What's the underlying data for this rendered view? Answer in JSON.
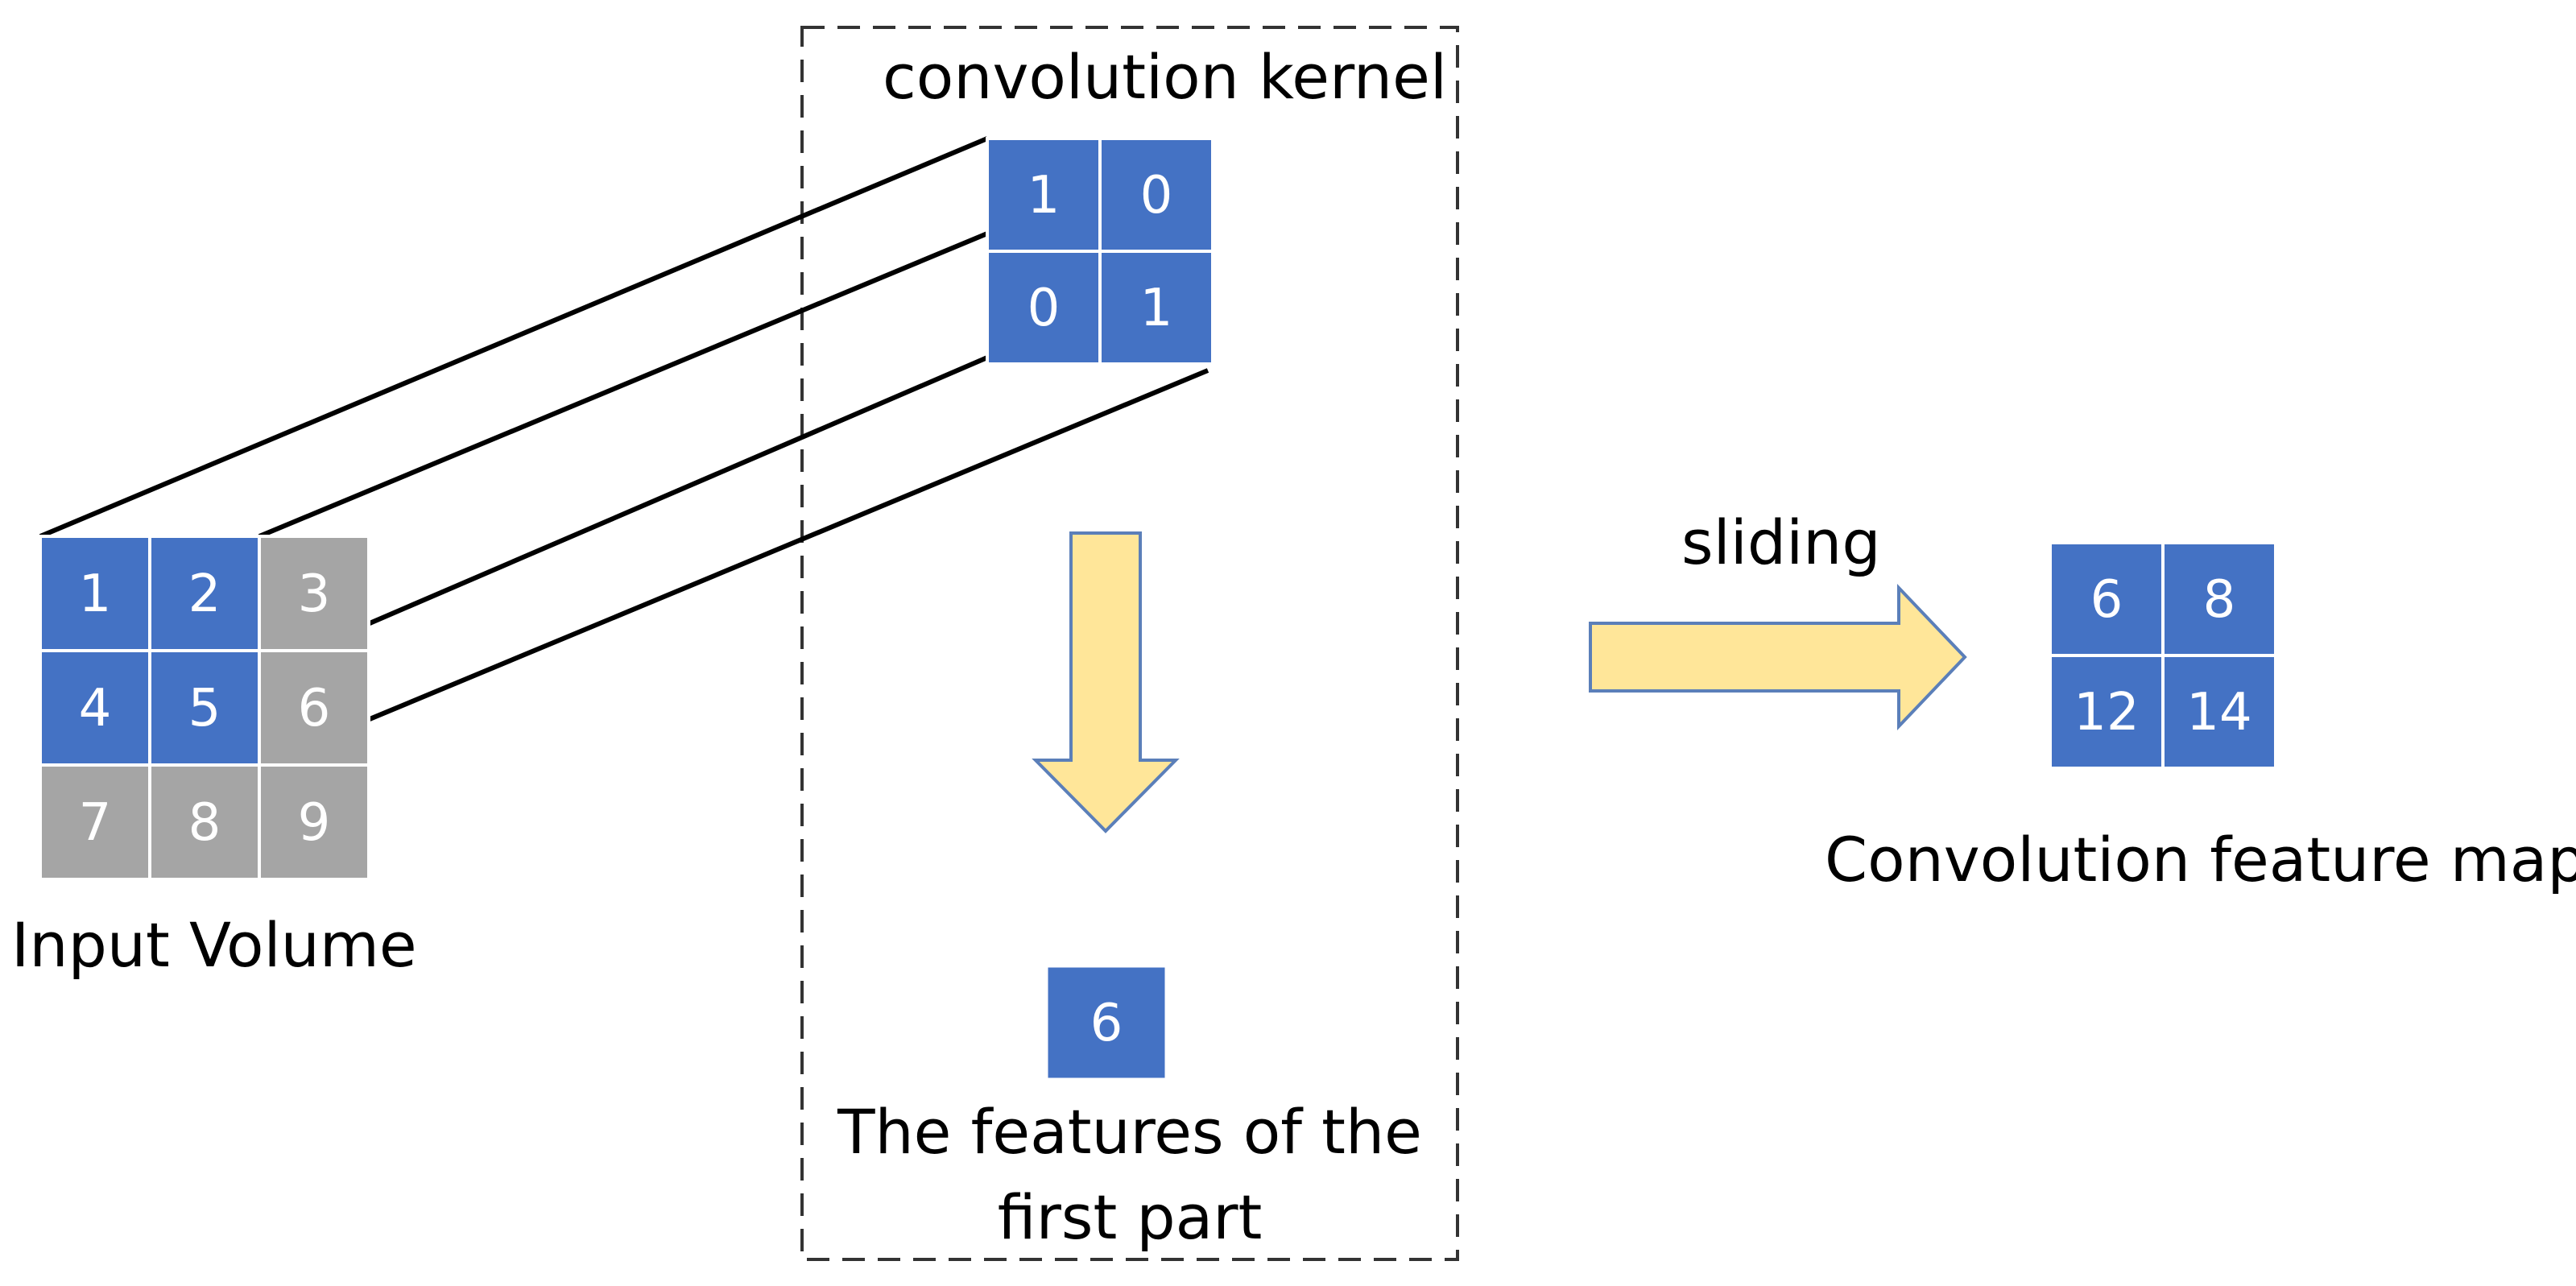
{
  "colors": {
    "blue_cell": "#4472C4",
    "gray_cell": "#A5A5A5",
    "arrow_fill": "#FFE699",
    "arrow_stroke": "#5B7FB9",
    "cell_text": "#FFFFFF",
    "line": "#000000"
  },
  "input_volume": {
    "label": "Input Volume",
    "cells": [
      {
        "value": "1",
        "active": true
      },
      {
        "value": "2",
        "active": true
      },
      {
        "value": "3",
        "active": false
      },
      {
        "value": "4",
        "active": true
      },
      {
        "value": "5",
        "active": true
      },
      {
        "value": "6",
        "active": false
      },
      {
        "value": "7",
        "active": false
      },
      {
        "value": "8",
        "active": false
      },
      {
        "value": "9",
        "active": false
      }
    ]
  },
  "kernel": {
    "label": "convolution kernel",
    "cells": [
      "1",
      "0",
      "0",
      "1"
    ]
  },
  "first_feature": {
    "value": "6",
    "label_line1": "The features of the",
    "label_line2": "first part"
  },
  "sliding": {
    "label": "sliding"
  },
  "feature_map": {
    "label": "Convolution feature map",
    "cells": [
      "6",
      "8",
      "12",
      "14"
    ]
  }
}
